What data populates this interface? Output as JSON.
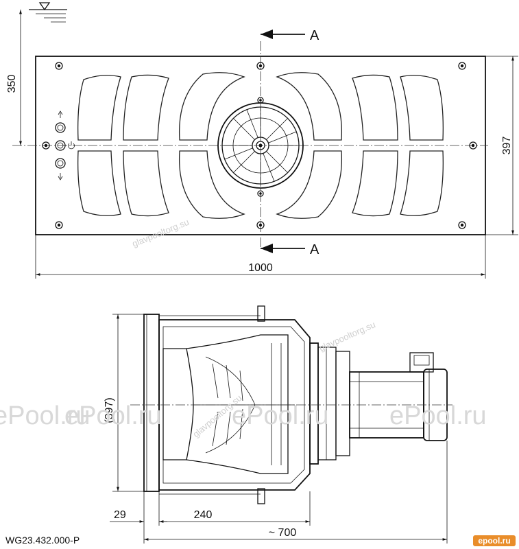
{
  "top_view": {
    "dim_height_left": "350",
    "dim_height_right": "397",
    "dim_width": "1000",
    "section_label_top": "A",
    "section_label_bottom": "A"
  },
  "side_view": {
    "dim_height": "(397)",
    "dim_flange": "29",
    "dim_depth": "240",
    "dim_total": "~ 700"
  },
  "drawing_code": "WG23.432.000-P",
  "watermarks": {
    "main": "ePool.ru",
    "diagonal": "glavpooltorg.su"
  },
  "logo": "epool.ru",
  "colors": {
    "line": "#111111",
    "watermark": "#d8d8d8",
    "logo_bg": "#e98d2a"
  }
}
